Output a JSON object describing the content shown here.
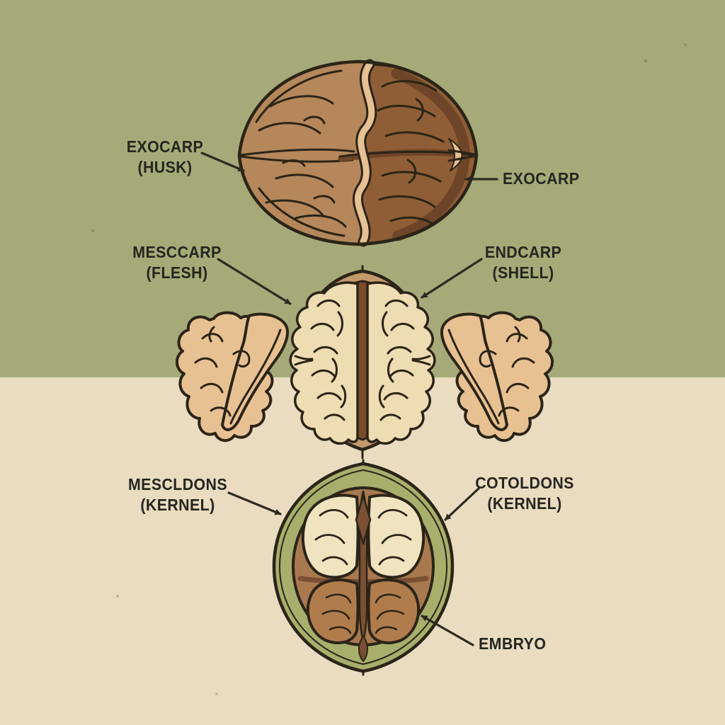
{
  "page": {
    "title": "Walnut Anatomy Diagram"
  },
  "colors": {
    "background_top": "#a6aa79",
    "background_bottom": "#e9dcc1",
    "outline": "#2b2418",
    "shell_tan": "#b5875a",
    "shell_light_edge": "#e6c193",
    "interior_brown": "#8f5e36",
    "interior_shadow": "#6e4528",
    "rim_tan": "#c49a6b",
    "inner_dark": "#7b4c2c",
    "kernel_cream": "#eedcb2",
    "kernel_peach": "#e8c193",
    "husk_green": "#a8ae6c",
    "cross_shell_brown": "#a8794f",
    "cross_lobe_cream": "#efe3c0",
    "cross_lobe_brown": "#b17c4c",
    "septum_dark": "#7a5034",
    "label_text": "#27251f",
    "arrow": "#2d2a20"
  },
  "labels": {
    "exocarp_husk": {
      "line1": "EXOCARP",
      "line2": "(HUSK)"
    },
    "exocarp_right": {
      "line1": "EXOCARP"
    },
    "mesocarp_flesh": {
      "line1": "MESCCARP",
      "line2": "(FLESH)"
    },
    "endocarp_shell": {
      "line1": "ENDCARP",
      "line2": "(SHELL)"
    },
    "cotyledons_left": {
      "line1": "MESCLDONS",
      "line2": "(KERNEL)"
    },
    "cotyledons_right": {
      "line1": "COTOLDONS",
      "line2": "(KERNEL)"
    },
    "embryo": {
      "line1": "EMBRYO"
    }
  }
}
